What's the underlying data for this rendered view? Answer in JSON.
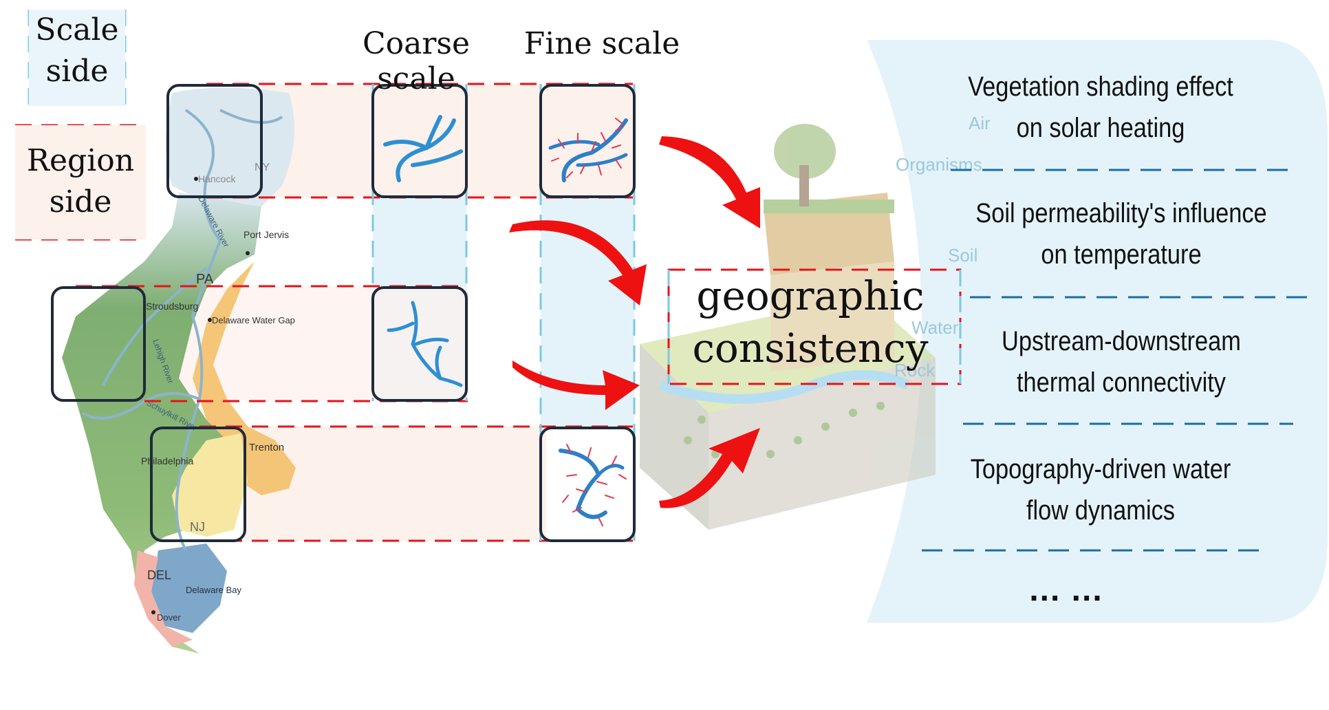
{
  "labels": {
    "scale_side": [
      "Scale",
      "side"
    ],
    "region_side": [
      "Region",
      "side"
    ],
    "coarse_scale": "Coarse scale",
    "fine_scale": "Fine scale",
    "geographic_consistency": [
      "geographic",
      "consistency"
    ]
  },
  "map_labels": {
    "hancock": "Hancock",
    "ny": "NY",
    "delaware_river": "Delaware River",
    "port_jervis": "Port Jervis",
    "pa": "PA",
    "stroudsburg": "Stroudsburg",
    "delaware_water_gap": "Delaware Water Gap",
    "lehigh_river": "Lehigh River",
    "schuylkill_river": "Schuylkill River",
    "trenton": "Trenton",
    "philadelphia": "Philadelphia",
    "nj": "NJ",
    "del": "DEL",
    "delaware_bay": "Delaware Bay",
    "dover": "Dover"
  },
  "ecosystem_labels": {
    "air": "Air",
    "organisms": "Organisms",
    "soil": "Soil",
    "water": "Water",
    "rock": "Rock"
  },
  "factors": [
    [
      "Vegetation shading effect",
      "on solar heating"
    ],
    [
      "Soil permeability's influence",
      "on temperature"
    ],
    [
      "Upstream-downstream",
      "thermal connectivity"
    ],
    [
      "Topography-driven water",
      "flow dynamics"
    ]
  ],
  "ellipsis": "... ...",
  "colors": {
    "red_dash": "#e8121a",
    "blue_dash": "#1a6ea0",
    "light_blue_dash": "#7ec8e3",
    "panel_blue": "#e4f3fa",
    "region_pink": "#fdf1ec",
    "arrow_red": "#ee1111"
  }
}
